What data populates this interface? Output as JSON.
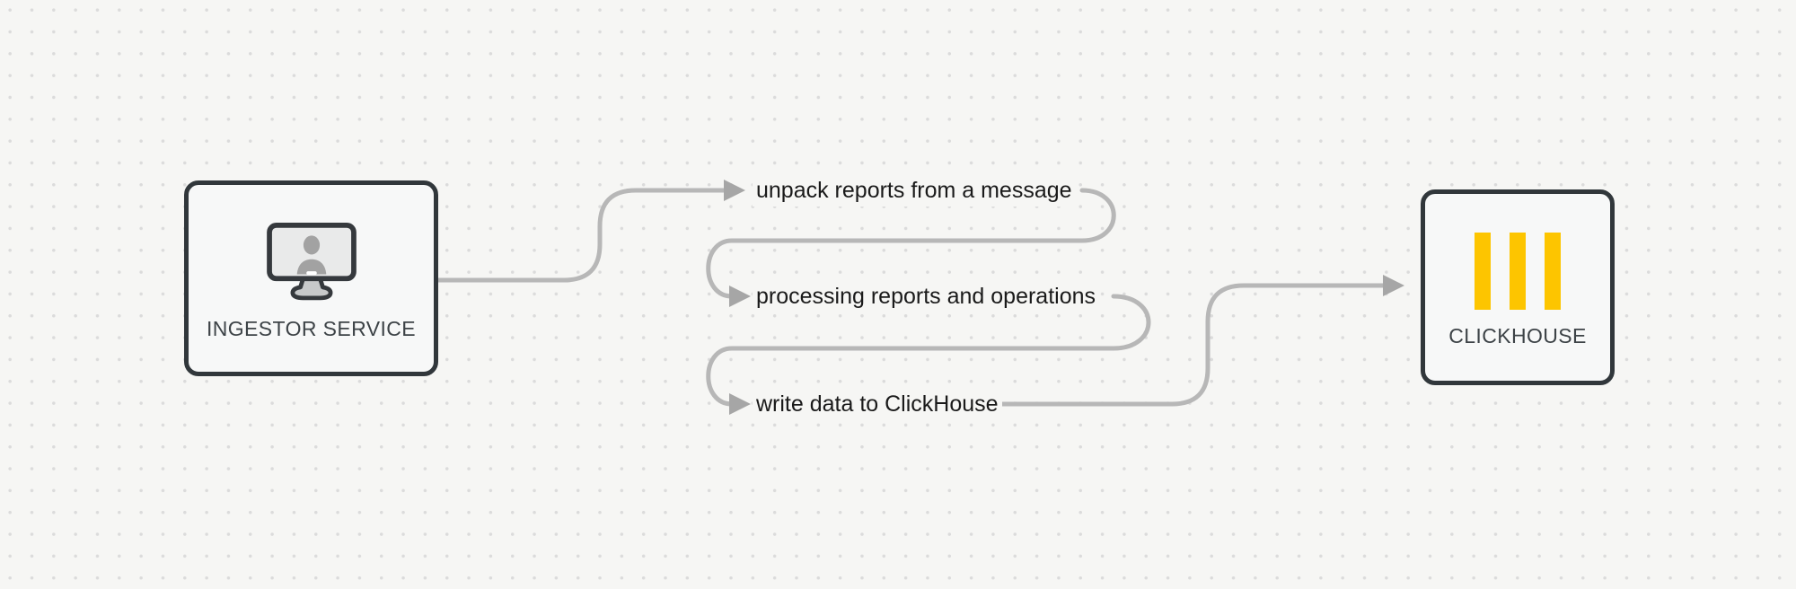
{
  "nodes": [
    {
      "id": "ingestor-service",
      "label": "INGESTOR SERVICE",
      "icon": "monitor-user-icon"
    },
    {
      "id": "clickhouse",
      "label": "CLICKHOUSE",
      "icon": "clickhouse-bars-icon"
    }
  ],
  "steps": [
    {
      "label": "unpack reports from a message"
    },
    {
      "label": "processing reports and operations"
    },
    {
      "label": "write data to ClickHouse"
    }
  ],
  "colors": {
    "background": "#f6f6f4",
    "dot": "#dbdbdb",
    "line": "#b7b7b7",
    "arrow": "#a6a6a6",
    "node_border": "#31373b",
    "node_fill": "#f7f8f8",
    "node_label": "#3d4347",
    "step_text": "#1a1a1a",
    "accent_yellow": "#fdc500",
    "icon_dark": "#35393d",
    "icon_gray": "#a2a2a2",
    "icon_light": "#e9eaea",
    "stand_gray": "#c7c9ca",
    "notch": "#ffffff"
  }
}
